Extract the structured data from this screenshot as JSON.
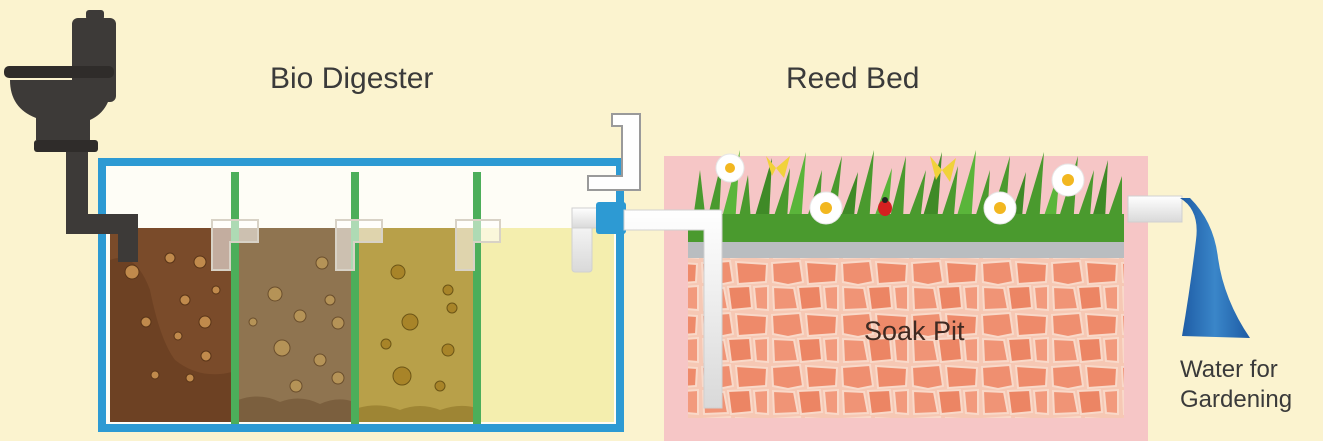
{
  "labels": {
    "bio_digester": "Bio Digester",
    "reed_bed": "Reed Bed",
    "soak_pit": "Soak Pit",
    "water_for_gardening": "Water for Gardening"
  },
  "colors": {
    "background": "#fbf3cf",
    "tank_frame": "#2d9ad3",
    "divider": "#4cae5a",
    "chamber_1_sludge": "#7a4b2a",
    "chamber_2_sludge": "#8f7450",
    "chamber_3_sludge": "#b8a049",
    "chamber_4_water": "#f4eeae",
    "toilet": "#3d3a38",
    "pit_frame": "#f6c6c6",
    "stones": "#ef8f70",
    "grass": "#4a9a2e",
    "water_stream": "#2a6db5"
  },
  "icons": [
    "toilet-icon",
    "pipe-icon",
    "flower-icon",
    "butterfly-icon",
    "ladybug-icon"
  ]
}
